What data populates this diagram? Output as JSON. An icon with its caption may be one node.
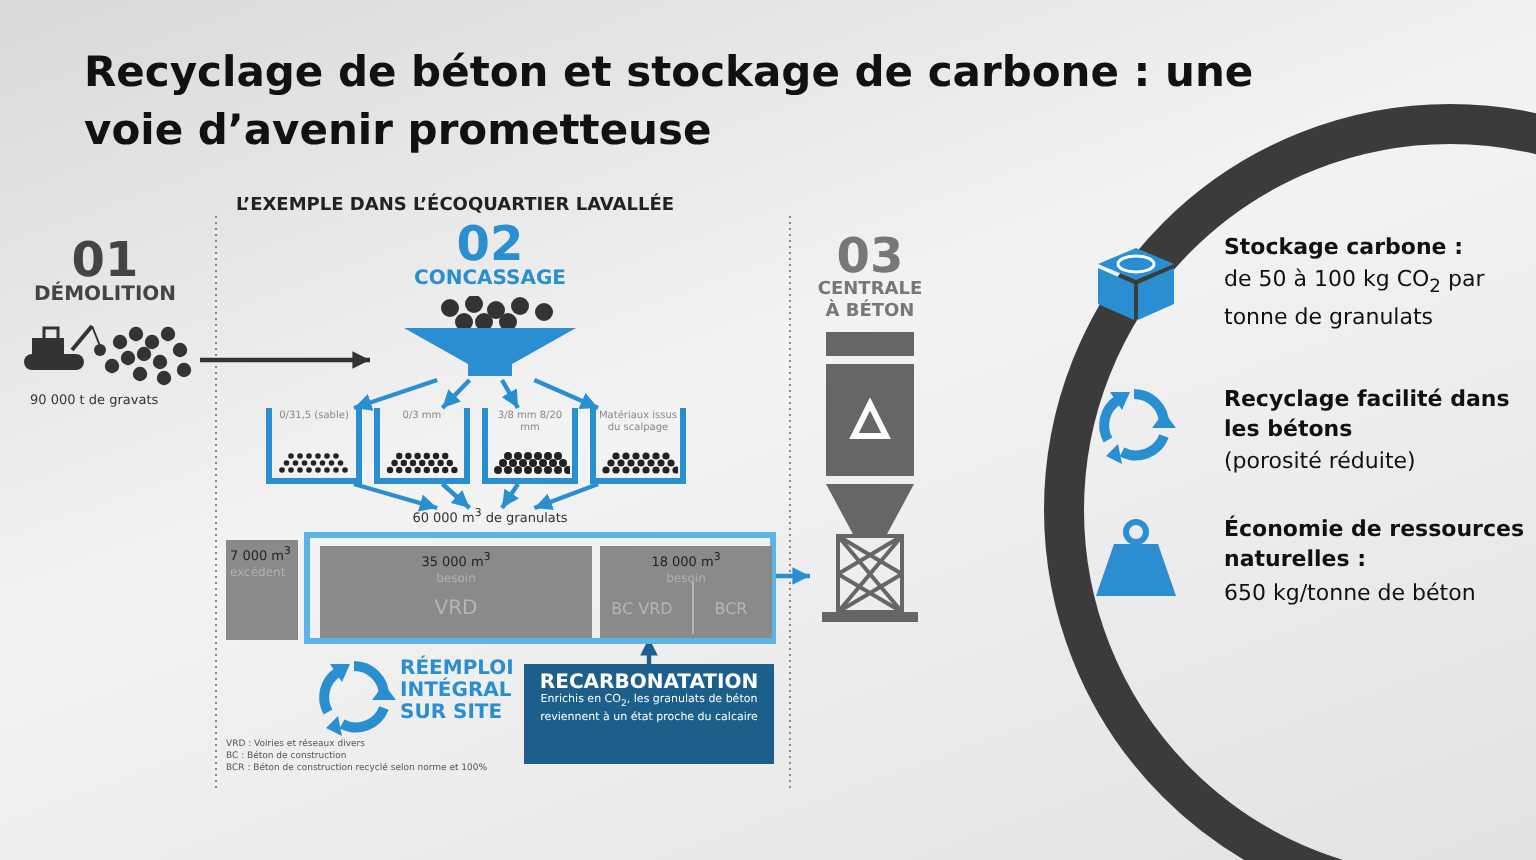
{
  "diagram": {
    "title": "Recyclage de béton et stockage de carbone : une voie d’avenir prometteuse",
    "nodes": [
      {
        "text": [
          "01",
          "DÉMOLITION"
        ],
        "beside": [
          "90 000 t de gravats"
        ]
      },
      {
        "text": [
          "02",
          "CONCASSAGE"
        ]
      },
      {
        "text": [
          "0/31,5 (sable)"
        ]
      },
      {
        "text": [
          "0/3 mm"
        ]
      },
      {
        "text": [
          "3/8 mm 8/20 mm"
        ]
      },
      {
        "text": [
          "Matériaux issus du scalpage"
        ]
      },
      {
        "text": [
          "60 000 m$^{3}$ de granulats"
        ]
      },
      {
        "text": [
          "7 000 m$^{3}$",
          "excédent"
        ]
      },
      {
        "text": [],
        "shape": "box"
      },
      {
        "text": [
          "35 000 m$^{3}$",
          "besoin",
          "VRD"
        ],
        "in": 8
      },
      {
        "text": [
          "18 000 m$^{3}$",
          "besoin"
        ],
        "in": 8
      },
      {
        "text": [
          "BC VRD"
        ],
        "in": 10
      },
      {
        "text": [
          "BCR"
        ],
        "in": 10
      },
      {
        "text": [
          "RECARBONATATION",
          "Enrichis en CO$_{2}$, les granulats de béton reviennent à un état proche du calcaire"
        ]
      },
      {
        "text": [
          "03",
          "CENTRALE À BÉTON"
        ]
      }
    ],
    "edges": [
      {
        "from": 0,
        "to": 1,
        "arrow": "to",
        "color": "#333333"
      },
      {
        "from": 1,
        "to": 2,
        "arrow": "to"
      },
      {
        "from": 1,
        "to": 3,
        "arrow": "to"
      },
      {
        "from": 1,
        "to": 4,
        "arrow": "to"
      },
      {
        "from": 1,
        "to": 5,
        "arrow": "to"
      },
      {
        "from": 2,
        "to": 6,
        "arrow": "to"
      },
      {
        "from": 3,
        "to": 6,
        "arrow": "to"
      },
      {
        "from": 4,
        "to": 6,
        "arrow": "to"
      },
      {
        "from": 5,
        "to": 6,
        "arrow": "to"
      },
      {
        "from": 13,
        "to": 10,
        "arrow": "to",
        "color": "#1b5f8a"
      },
      {
        "from": 8,
        "to": 14,
        "arrow": "to"
      }
    ],
    "labels": [
      "L’EXEMPLE DANS L’ÉCOQUARTIER LAVALLÉE",
      "RÉEMPLOI INTÉGRAL SUR SITE",
      "VRD : Voiries et réseaux divers",
      "BC : Béton de construction",
      "BCR : Béton de construction recyclé selon norme et 100%",
      "Stockage carbone :",
      "de 50 à 100 kg CO$_{2}$ par tonne de granulats",
      "Recyclage facilité dans les bétons",
      "(porosité réduite)",
      "Économie de ressources naturelles :",
      "650 kg/tonne de béton"
    ]
  }
}
